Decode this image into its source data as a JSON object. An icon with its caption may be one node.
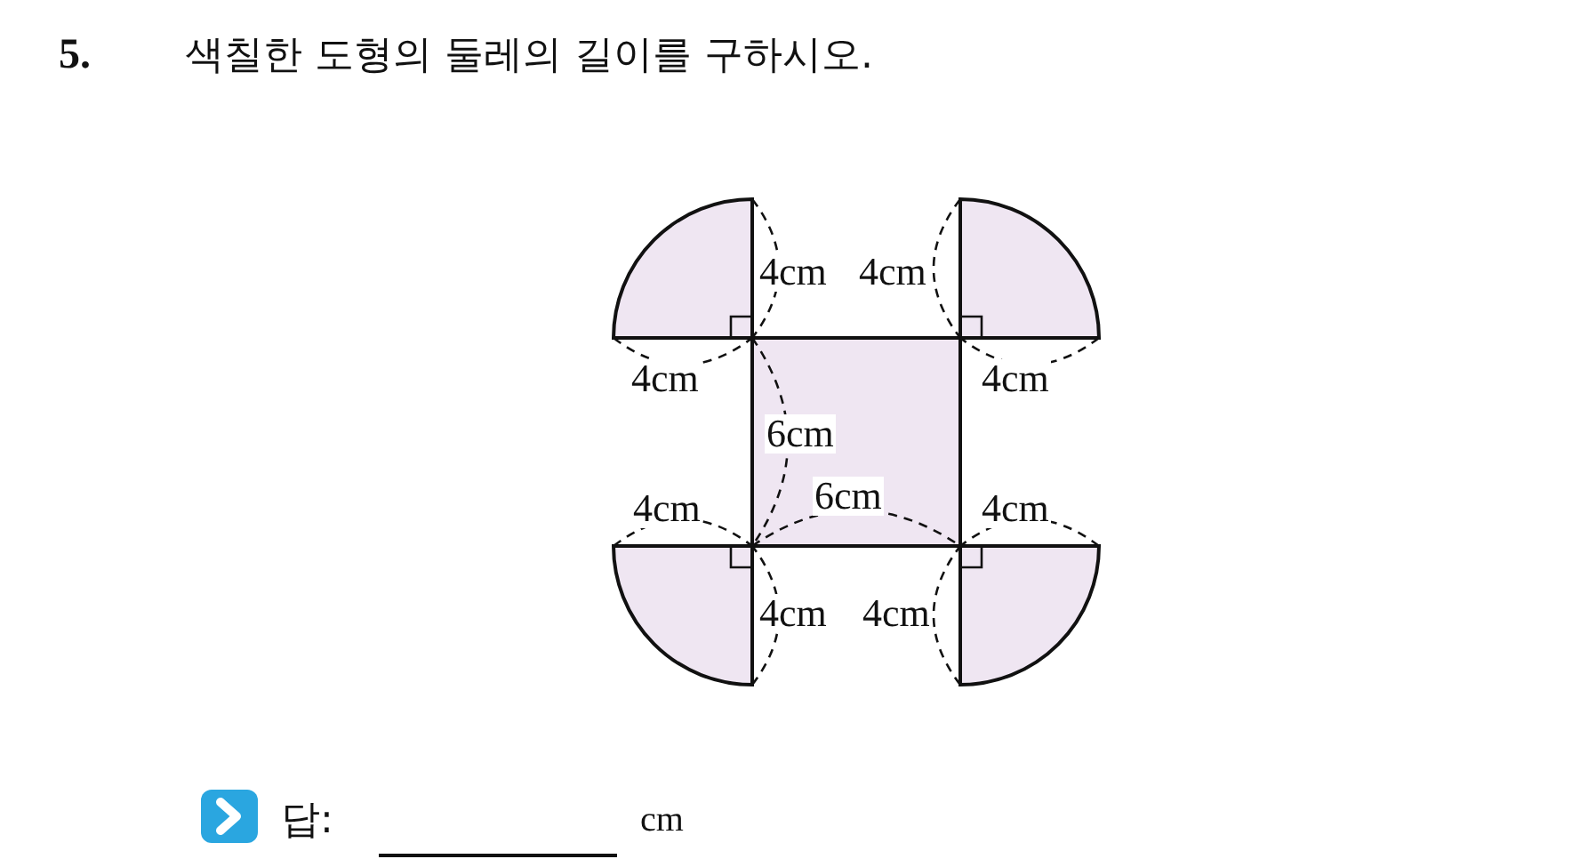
{
  "diagram": {
    "title": "색칠한 도형의 둘레의 길이를 구하시오.",
    "labels": [
      "5.",
      "4cm",
      "4cm",
      "4cm",
      "4cm",
      "6cm",
      "4cm",
      "6cm",
      "4cm",
      "4cm",
      "4cm",
      "답:",
      "cm"
    ]
  }
}
